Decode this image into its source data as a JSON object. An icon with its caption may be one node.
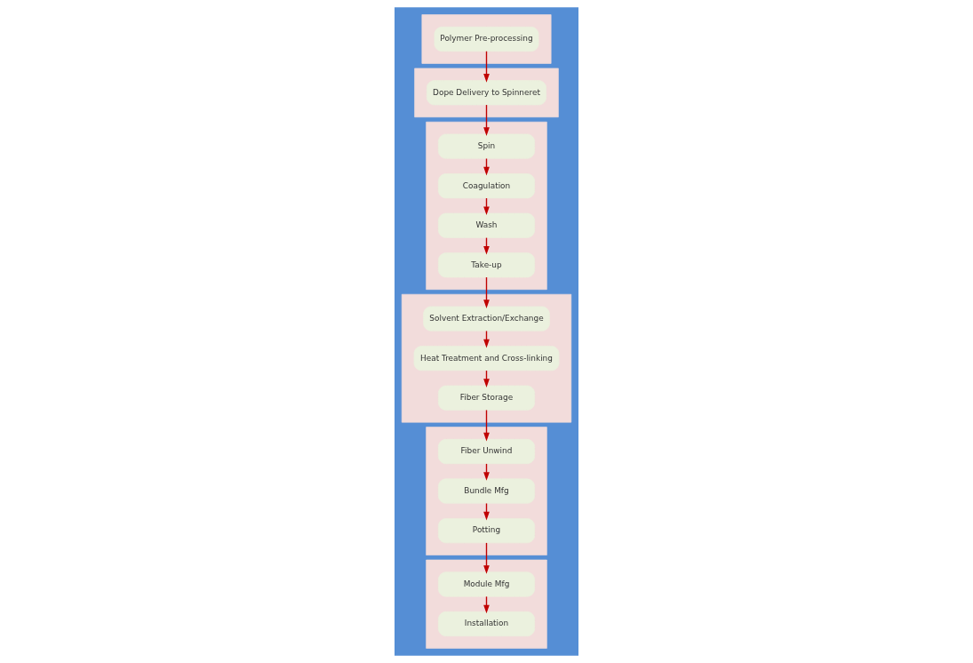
{
  "diagram": {
    "nodes": [
      {
        "text": [],
        "shape": "box"
      },
      {
        "text": [
          "Polymer Pre-processing"
        ],
        "in": 0
      },
      {
        "text": [],
        "shape": "box"
      },
      {
        "text": [
          "Dope Delivery to Spinneret"
        ],
        "in": 2
      },
      {
        "text": [],
        "shape": "box"
      },
      {
        "text": [
          "Spin"
        ],
        "in": 4
      },
      {
        "text": [
          "Coagulation"
        ],
        "in": 4
      },
      {
        "text": [
          "Wash"
        ],
        "in": 4
      },
      {
        "text": [
          "Take-up"
        ],
        "in": 4
      },
      {
        "text": [],
        "shape": "box"
      },
      {
        "text": [
          "Module Mfg"
        ],
        "in": 9
      },
      {
        "text": [
          "Installation"
        ],
        "in": 9
      },
      {
        "text": [],
        "shape": "box"
      },
      {
        "text": [
          "Potting"
        ],
        "in": 12
      },
      {
        "text": [
          "Bundle Mfg"
        ],
        "in": 12
      },
      {
        "text": [
          "Fiber Unwind"
        ],
        "in": 12
      },
      {
        "text": [],
        "shape": "box"
      },
      {
        "text": [
          "Solvent Extraction/Exchange"
        ],
        "in": 16
      },
      {
        "text": [
          "Heat Treatment and Cross-linking"
        ],
        "in": 16
      },
      {
        "text": [
          "Fiber Storage"
        ],
        "in": 16
      }
    ],
    "edges": [
      {
        "from": 1,
        "to": 3,
        "arrow": "to"
      },
      {
        "from": 3,
        "to": 5,
        "arrow": "to"
      },
      {
        "from": 5,
        "to": 6,
        "arrow": "to"
      },
      {
        "from": 6,
        "to": 7,
        "arrow": "to"
      },
      {
        "from": 7,
        "to": 8,
        "arrow": "to"
      },
      {
        "from": 8,
        "to": 17,
        "arrow": "to"
      },
      {
        "from": 17,
        "to": 18,
        "arrow": "to"
      },
      {
        "from": 18,
        "to": 19,
        "arrow": "to"
      },
      {
        "from": 19,
        "to": 15,
        "arrow": "to"
      },
      {
        "from": 15,
        "to": 14,
        "arrow": "to"
      },
      {
        "from": 14,
        "to": 13,
        "arrow": "to"
      },
      {
        "from": 13,
        "to": 10,
        "arrow": "to"
      },
      {
        "from": 10,
        "to": 11,
        "arrow": "to"
      }
    ]
  }
}
